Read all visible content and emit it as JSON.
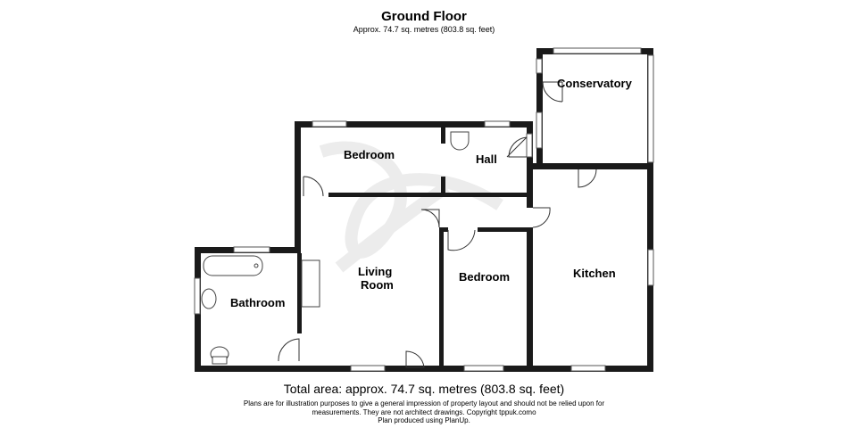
{
  "header": {
    "title": "Ground Floor",
    "subtitle": "Approx. 74.7 sq. metres (803.8 sq. feet)"
  },
  "rooms": {
    "conservatory": "Conservatory",
    "bedroom_top": "Bedroom",
    "hall": "Hall",
    "living_line1": "Living",
    "living_line2": "Room",
    "bedroom_mid": "Bedroom",
    "kitchen": "Kitchen",
    "bathroom": "Bathroom"
  },
  "footer": {
    "total": "Total area: approx. 74.7 sq. metres (803.8 sq. feet)",
    "disclaimer_line1": "Plans are for illustration purposes to give a general impression of property layout and should not be relied upon for",
    "disclaimer_line2": "measurements. They are not architect drawings.  Copyright tppuk.como",
    "disclaimer_line3": "Plan produced using PlanUp."
  },
  "colors": {
    "wall": "#1a1a1a",
    "background": "#ffffff"
  }
}
